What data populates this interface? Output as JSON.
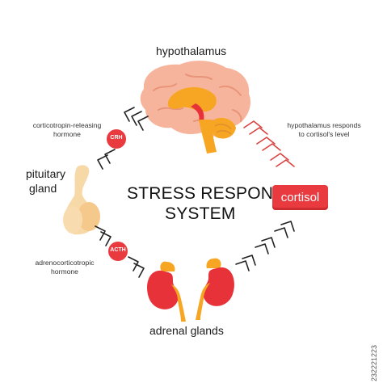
{
  "title": {
    "line1": "STRESS RESPONSE",
    "line2": "SYSTEM"
  },
  "organs": {
    "hypothalamus": "hypothalamus",
    "pituitary_line1": "pituitary",
    "pituitary_line2": "gland",
    "adrenal": "adrenal glands"
  },
  "hormones": {
    "crh_badge": "CRH",
    "crh_desc_line1": "corticotropin-releasing",
    "crh_desc_line2": "hormone",
    "acth_badge": "ACTH",
    "acth_desc_line1": "adrenocorticotropic",
    "acth_desc_line2": "hormone",
    "cortisol": "cortisol",
    "feedback_line1": "hypothalamus responds",
    "feedback_line2": "to cortisol's level"
  },
  "watermark": "232221223",
  "colors": {
    "badge_red": "#e93a3f",
    "brain_pink": "#f7b49c",
    "organ_orange": "#f6a623",
    "kidney_red": "#e8323a",
    "chevron_dark": "#222222",
    "chevron_red": "#d9423f"
  }
}
